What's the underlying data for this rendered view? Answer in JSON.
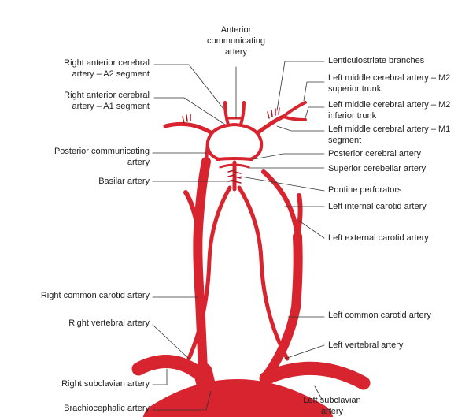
{
  "colors": {
    "artery": "#d8242f",
    "artery_dark": "#b0151f",
    "highlight": "#f07a7a",
    "leader": "#333333",
    "text": "#222222"
  },
  "labels": {
    "anterior_communicating": "Anterior\ncommunicating\nartery",
    "right_aca_a2": "Right anterior cerebral\nartery – A2 segment",
    "right_aca_a1": "Right anterior cerebral\nartery – A1 segment",
    "posterior_communicating": "Posterior communicating\nartery",
    "basilar": "Basilar artery",
    "lenticulostriate": "Lenticulostriate branches",
    "left_mca_m2_superior": "Left middle cerebral artery – M2\nsuperior trunk",
    "left_mca_m2_inferior": "Left middle cerebral artery – M2\ninferior trunk",
    "left_mca_m1": "Left middle cerebral artery – M1\nsegment",
    "posterior_cerebral": "Posterior cerebral artery",
    "superior_cerebellar": "Superior cerebellar artery",
    "pontine_perforators": "Pontine perforators",
    "left_internal_carotid": "Left internal carotid artery",
    "left_external_carotid": "Left external carotid artery",
    "right_common_carotid": "Right common carotid artery",
    "right_vertebral": "Right vertebral artery",
    "left_common_carotid": "Left common carotid artery",
    "left_vertebral": "Left vertebral artery",
    "right_subclavian": "Right subclavian artery",
    "brachiocephalic": "Brachiocephalic artery",
    "left_subclavian": "Left subclavian\nartery"
  }
}
